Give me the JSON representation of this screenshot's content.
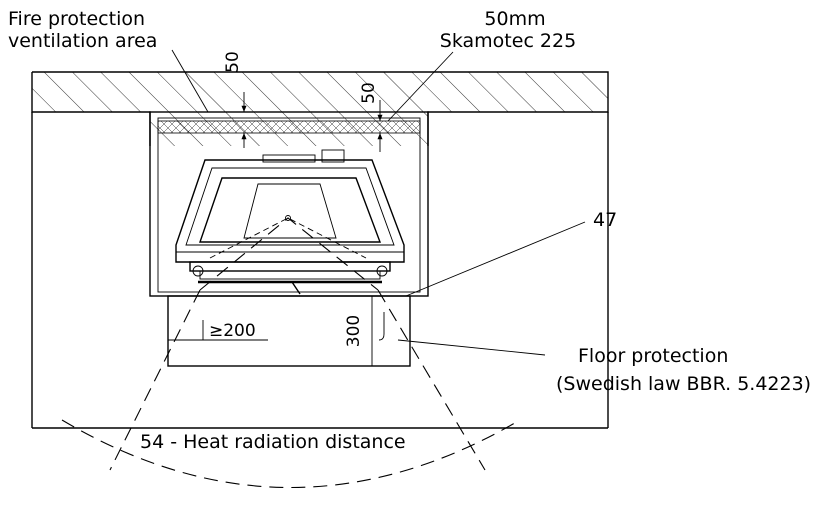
{
  "labels": {
    "fire_protection_line1": "Fire protection",
    "fire_protection_line2": "ventilation area",
    "skamotec_line1": "50mm",
    "skamotec_line2": "Skamotec 225",
    "callout_47": "47",
    "floor_protection_line1": "Floor protection",
    "floor_protection_line2": "(Swedish law BBR. 5.4223)",
    "heat_radiation": "54 - Heat radiation distance"
  },
  "dimensions": {
    "top_gap_1": "50",
    "top_gap_2": "50",
    "side_distance": "≥200",
    "front_distance": "300"
  }
}
